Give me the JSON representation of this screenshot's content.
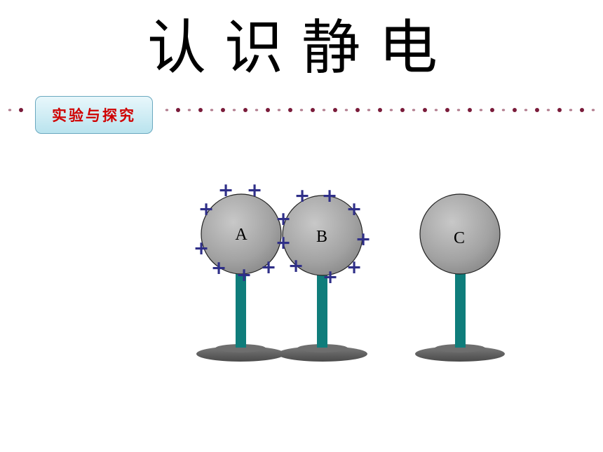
{
  "title": "认识静电",
  "badge": "实验与探究",
  "spheres": [
    {
      "label": "A",
      "charged": true
    },
    {
      "label": "B",
      "charged": true
    },
    {
      "label": "C",
      "charged": false
    }
  ],
  "charge_symbol": "+",
  "colors": {
    "charge": "#2f2f88",
    "stand": "#0f7d7b",
    "sphere_fill": "#a4a4a4",
    "base": "#5a5a5a",
    "badge_text": "#d00000",
    "dots": "#7a1b3a"
  }
}
